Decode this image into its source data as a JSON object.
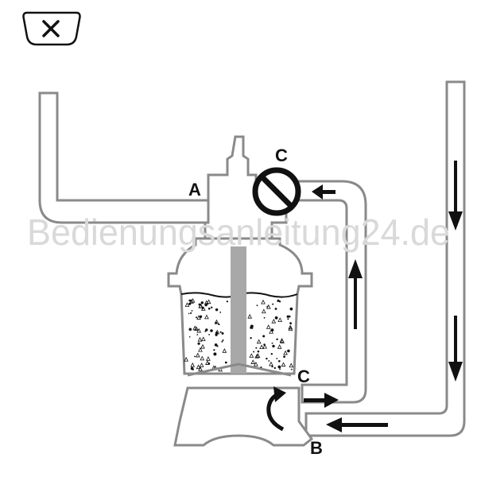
{
  "icons": {
    "badge": "close-x-icon",
    "valve": "prohibited-circle-icon",
    "flow": "arrow-icon",
    "rotation": "curved-arrow-icon"
  },
  "labels": {
    "a": "A",
    "b": "B",
    "c_top": "C",
    "c_bottom": "C"
  },
  "watermark": "Bedienungsanleitung24.de",
  "colors": {
    "outline": "#8a8a8a",
    "ink": "#111111",
    "watermark": "#d9d9d9",
    "standpipe": "#a8a8a8"
  }
}
